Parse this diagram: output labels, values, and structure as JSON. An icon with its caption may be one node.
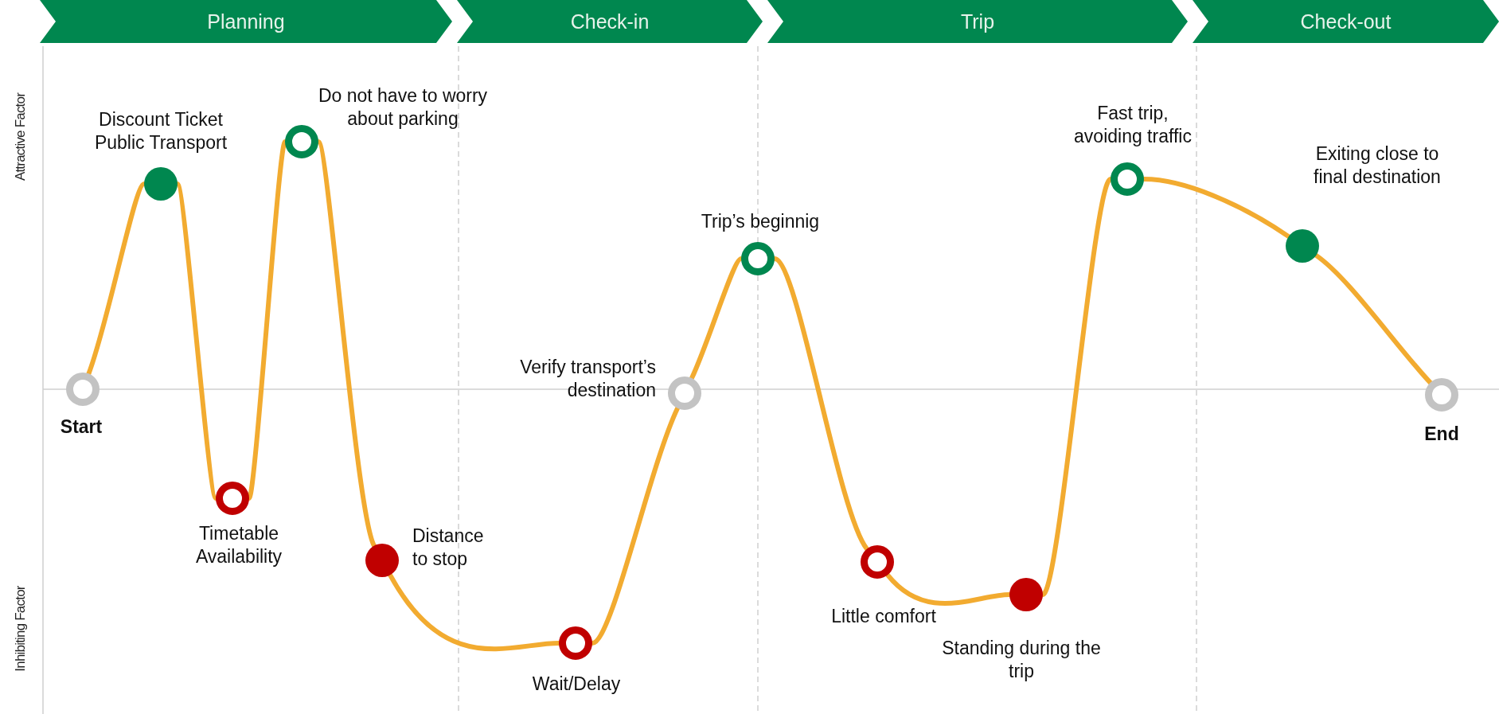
{
  "diagram": {
    "nodes": [
      {
        "text": [
          "Planning"
        ]
      },
      {
        "text": [
          "Check-in"
        ]
      },
      {
        "text": [
          "Trip"
        ]
      },
      {
        "text": [
          "Check-out"
        ]
      },
      {
        "text": [],
        "shape": "circle",
        "beside": [
          "Start"
        ]
      },
      {
        "text": [],
        "shape": "circle",
        "beside": [
          "Discount Ticket Public Transport"
        ]
      },
      {
        "text": [],
        "shape": "circle",
        "beside": [
          "Timetable Availability"
        ]
      },
      {
        "text": [],
        "shape": "circle",
        "beside": [
          "Do not have to worry about parking"
        ]
      },
      {
        "text": [],
        "shape": "circle",
        "beside": [
          "Distance to stop"
        ]
      },
      {
        "text": [],
        "shape": "circle",
        "beside": [
          "Wait/Delay"
        ]
      },
      {
        "text": [],
        "shape": "circle",
        "beside": [
          "Verify transport’s destination"
        ]
      },
      {
        "text": [],
        "shape": "circle",
        "beside": [
          "Trip’s beginnig"
        ]
      },
      {
        "text": [],
        "shape": "circle",
        "beside": [
          "Little comfort"
        ]
      },
      {
        "text": [],
        "shape": "circle",
        "beside": [
          "Standing during the trip"
        ]
      },
      {
        "text": [],
        "shape": "circle",
        "beside": [
          "Fast trip, avoiding traffic"
        ]
      },
      {
        "text": [],
        "shape": "circle",
        "beside": [
          "Exiting close to final destination"
        ]
      },
      {
        "text": [],
        "shape": "circle",
        "beside": [
          "End"
        ]
      }
    ],
    "edges": [
      {
        "from": 4,
        "to": 5,
        "arrow": "none"
      },
      {
        "from": 5,
        "to": 6,
        "arrow": "none"
      },
      {
        "from": 6,
        "to": 7,
        "arrow": "none"
      },
      {
        "from": 7,
        "to": 8,
        "arrow": "none"
      },
      {
        "from": 8,
        "to": 9,
        "arrow": "none"
      },
      {
        "from": 9,
        "to": 10,
        "arrow": "none"
      },
      {
        "from": 10,
        "to": 11,
        "arrow": "none"
      },
      {
        "from": 11,
        "to": 12,
        "arrow": "none"
      },
      {
        "from": 12,
        "to": 13,
        "arrow": "none"
      },
      {
        "from": 13,
        "to": 14,
        "arrow": "none"
      },
      {
        "from": 14,
        "to": 15,
        "arrow": "none"
      },
      {
        "from": 15,
        "to": 16,
        "arrow": "none"
      }
    ],
    "labels": [
      "Attractive Factor",
      "Inhibiting Factor"
    ]
  }
}
